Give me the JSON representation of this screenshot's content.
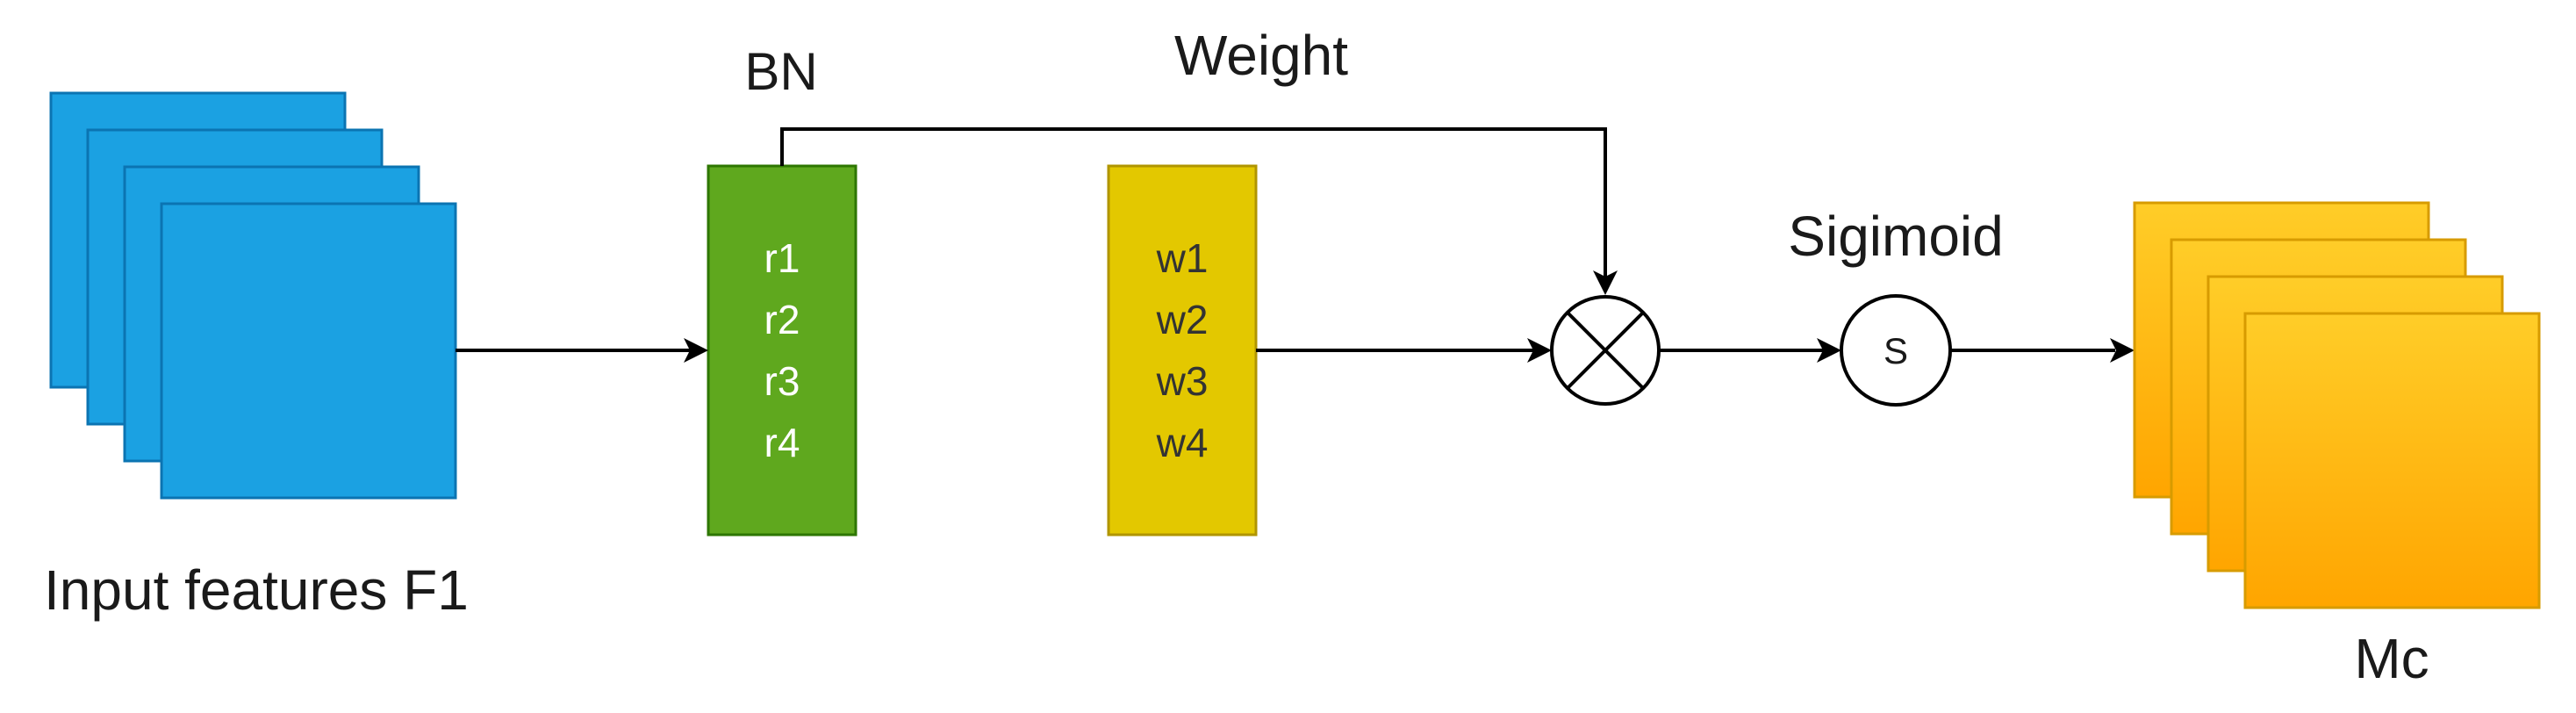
{
  "labels": {
    "input": "Input features F1",
    "bn": "BN",
    "weight": "Weight",
    "sigmoid": "Sigimoid",
    "output": "Mc"
  },
  "bn_block": {
    "items": [
      "r1",
      "r2",
      "r3",
      "r4"
    ],
    "fill": "#5fa81e",
    "text_color": "#ffffff"
  },
  "weight_block": {
    "items": [
      "w1",
      "w2",
      "w3",
      "w4"
    ],
    "fill": "#e3c800",
    "text_color": "#333333"
  },
  "sigmoid_node": {
    "symbol": "S"
  },
  "multiply_node": {
    "icon": "multiply-circle-icon"
  },
  "colors": {
    "input_stack": "#1ba1e2",
    "input_stack_border": "#0b74b2",
    "output_stack_top": "#ffcd28",
    "output_stack_bottom": "#ffa500",
    "output_stack_border": "#d79b00",
    "arrows": "#000000"
  }
}
